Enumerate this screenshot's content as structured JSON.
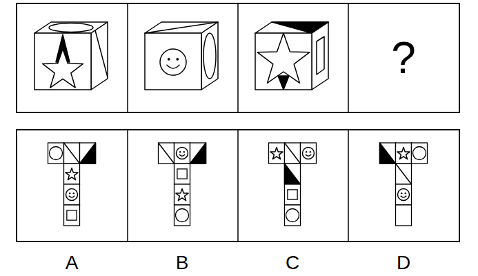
{
  "diagram": {
    "labels": [
      "?",
      "A",
      "B",
      "C",
      "D"
    ]
  }
}
